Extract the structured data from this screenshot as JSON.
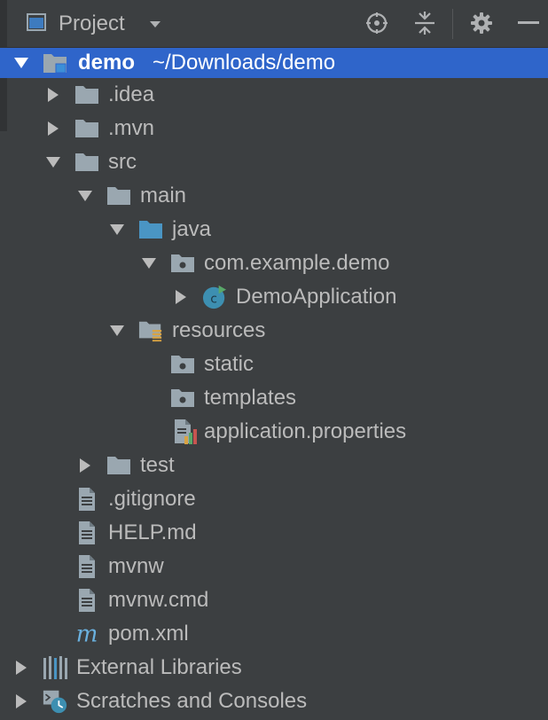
{
  "header": {
    "title": "Project",
    "icons": [
      "project-view-icon",
      "dropdown-arrow-icon",
      "locate-icon",
      "collapse-all-icon",
      "gear-icon",
      "hide-icon"
    ]
  },
  "colors": {
    "background": "#3c3f41",
    "selection": "#2f65ca",
    "text": "#bbbbbb",
    "folder": "#9aa7b0",
    "source_folder": "#4a95c4",
    "java_class": "#3d8fb1",
    "run_badge": "#59a869",
    "maven": "#6ab0de"
  },
  "tree": {
    "root": {
      "name": "demo",
      "path": "~/Downloads/demo"
    },
    "idea": ".idea",
    "mvn": ".mvn",
    "src": "src",
    "main": "main",
    "java": "java",
    "package": "com.example.demo",
    "demo_app": "DemoApplication",
    "resources": "resources",
    "static": "static",
    "templates": "templates",
    "app_props": "application.properties",
    "test": "test",
    "gitignore": ".gitignore",
    "help": "HELP.md",
    "mvnw": "mvnw",
    "mvnw_cmd": "mvnw.cmd",
    "pom": "pom.xml",
    "ext_libs": "External Libraries",
    "scratches": "Scratches and Consoles"
  }
}
